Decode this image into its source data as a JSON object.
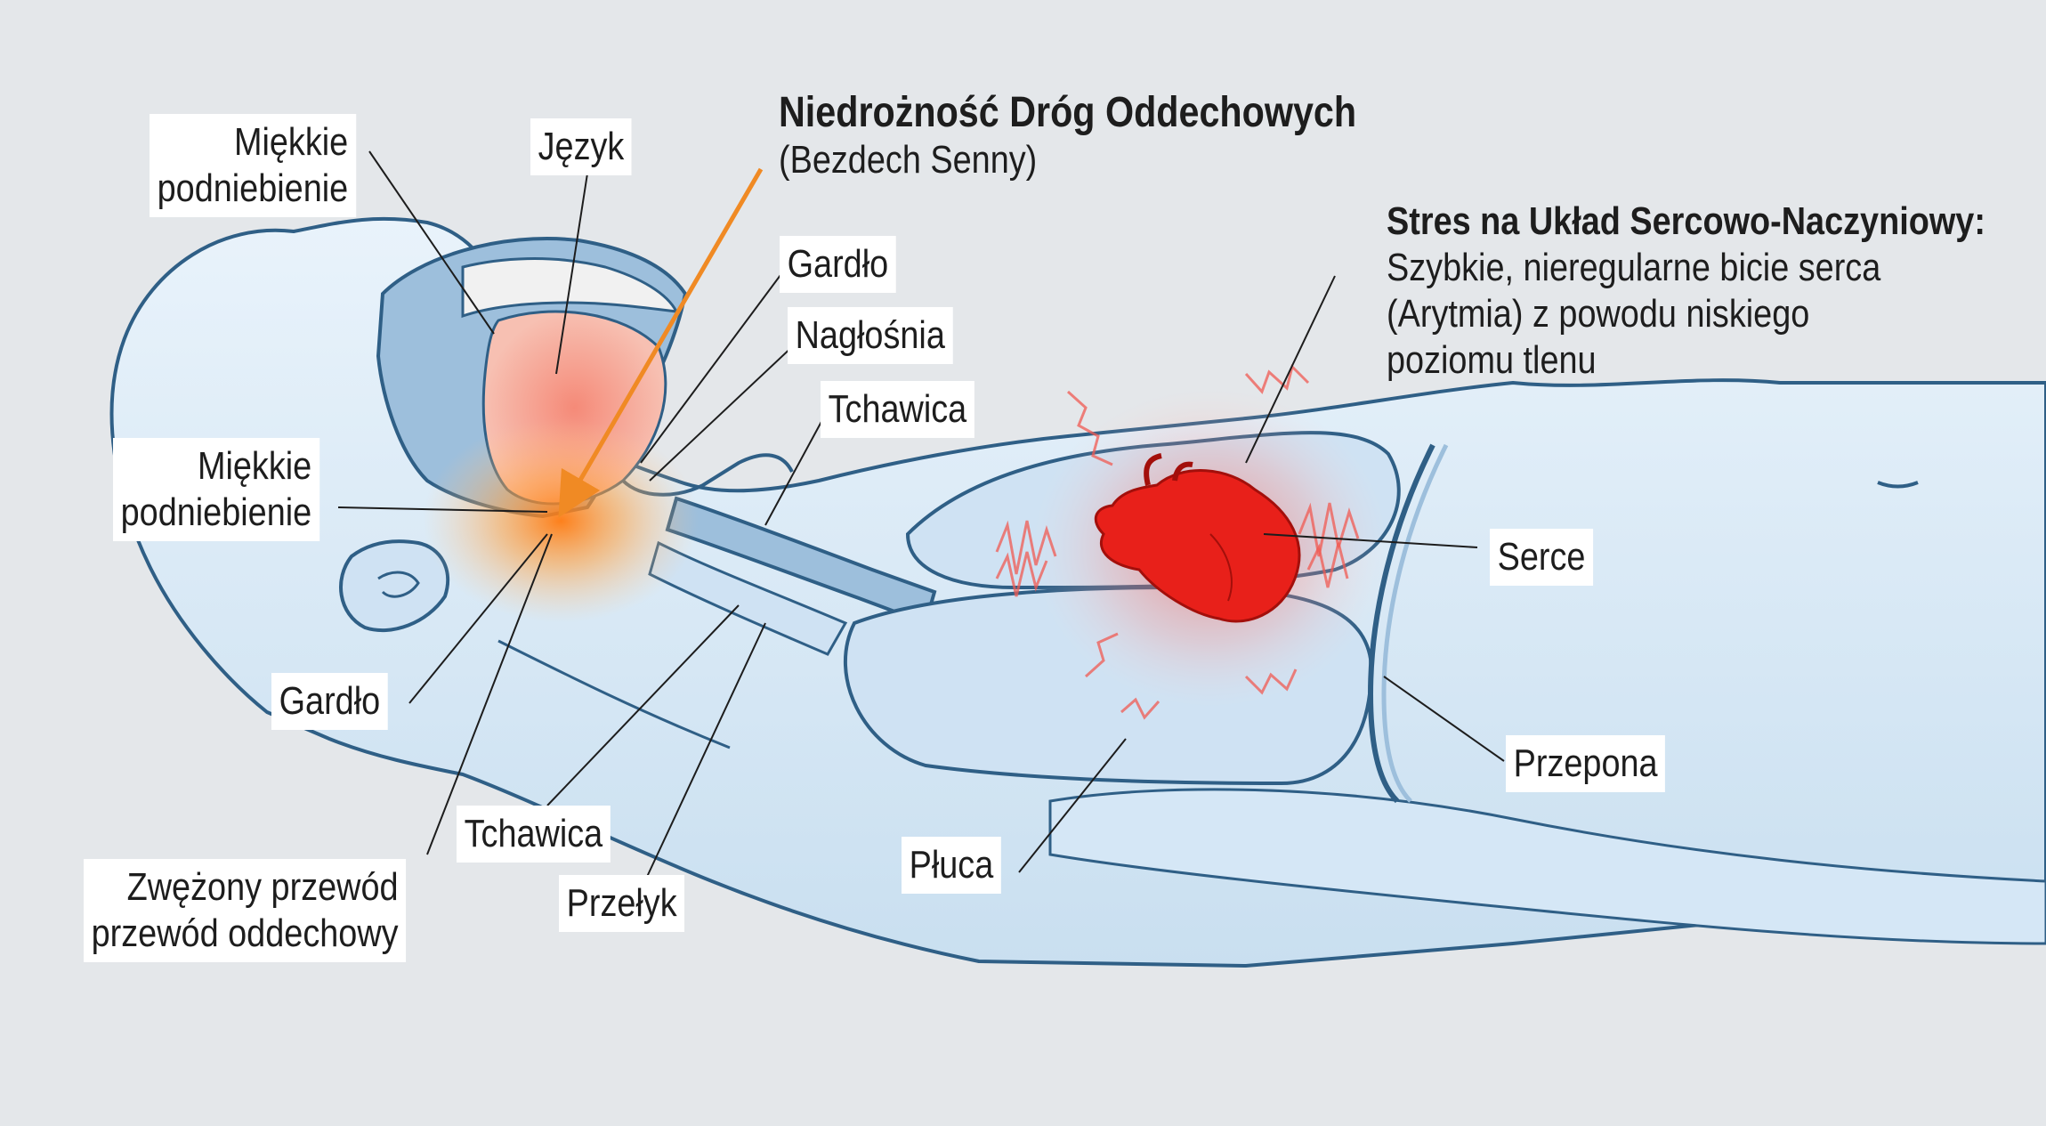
{
  "colors": {
    "background": "#e4e7ea",
    "body_fill": "#dbeaf7",
    "body_stroke": "#2f5f86",
    "airway_fill": "#9dbfdc",
    "obstruction_glow": "#ff8a1e",
    "heart_red": "#e8201a",
    "arrow_orange": "#f08a24"
  },
  "headings": {
    "obstruction_title": "Niedrożność Dróg Oddechowych",
    "obstruction_subtitle": "(Bezdech Senny)",
    "cardio_title": "Stres na Układ Sercowo-Naczyniowy:",
    "cardio_line1": "Szybkie, nieregularne bicie serca",
    "cardio_line2": "(Arytmia) z powodu niskiego",
    "cardio_line3": "poziomu tlenu"
  },
  "labels": {
    "soft_palate_top_1": "Miękkie",
    "soft_palate_top_2": "podniebienie",
    "tongue": "Język",
    "pharynx_top": "Gardło",
    "epiglottis": "Nagłośnia",
    "trachea_top": "Tchawica",
    "soft_palate_mid_1": "Miękkie",
    "soft_palate_mid_2": "podniebienie",
    "pharynx_bottom": "Gardło",
    "narrowed_airway_1": "Zwężony przewód",
    "narrowed_airway_2": "przewód oddechowy",
    "trachea_bottom": "Tchawica",
    "esophagus": "Przełyk",
    "lungs": "Płuca",
    "heart": "Serce",
    "diaphragm": "Przepona"
  }
}
